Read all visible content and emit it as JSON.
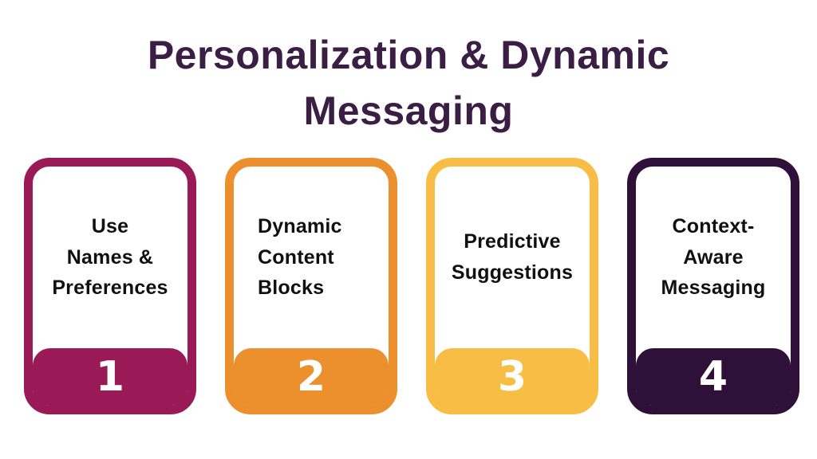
{
  "title": {
    "text": "Personalization & Dynamic\nMessaging",
    "color": "#3B1E44"
  },
  "cards": [
    {
      "label": "Use\nNames &\nPreferences",
      "number": "1",
      "accent_color": "#9A1A58"
    },
    {
      "label": "Dynamic\nContent\nBlocks",
      "number": "2",
      "accent_color": "#EC8F2D"
    },
    {
      "label": "Predictive\nSuggestions",
      "number": "3",
      "accent_color": "#F8BD45"
    },
    {
      "label": "Context-\nAware\nMessaging",
      "number": "4",
      "accent_color": "#2E1038"
    }
  ]
}
